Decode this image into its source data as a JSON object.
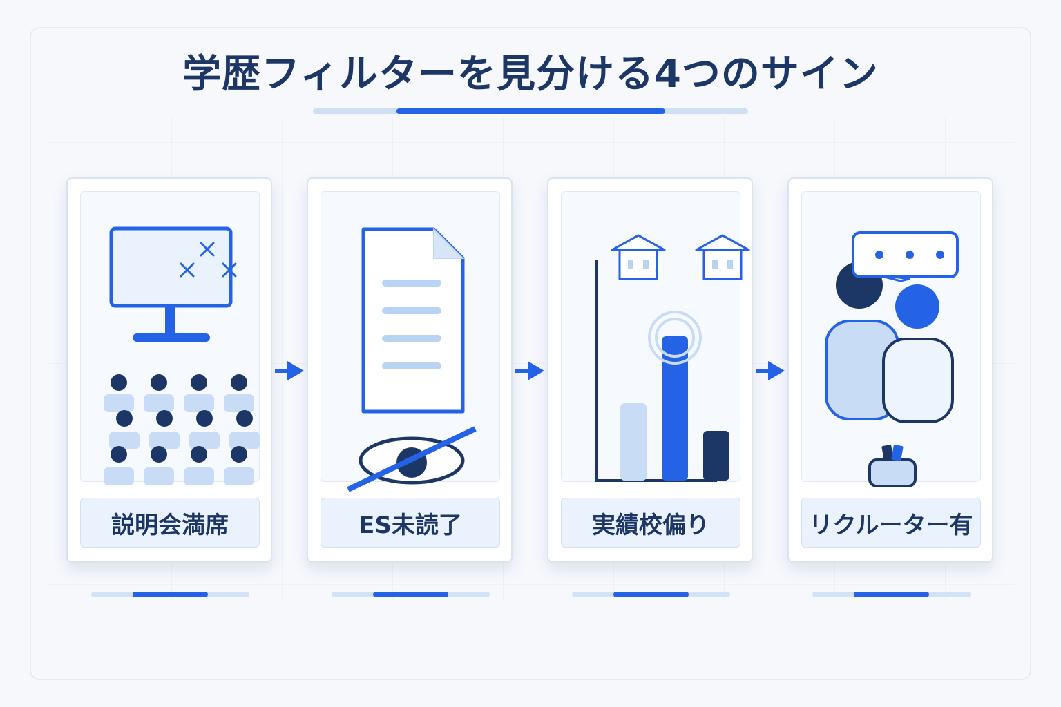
{
  "title": "学歴フィルターを見分ける4つのサイン",
  "steps": [
    {
      "label": "説明会満席",
      "icon": "monitor-full-seats-icon"
    },
    {
      "label": "ES未読了",
      "icon": "unread-document-icon"
    },
    {
      "label": "実績校偏り",
      "icon": "biased-school-bar-chart-icon"
    },
    {
      "label": "リクルーター有",
      "icon": "recruiter-conversation-icon"
    }
  ],
  "colors": {
    "navy": "#1c3766",
    "blue": "#2563e6",
    "light_blue": "#c8dcf6",
    "pale": "#eaf2fd"
  }
}
